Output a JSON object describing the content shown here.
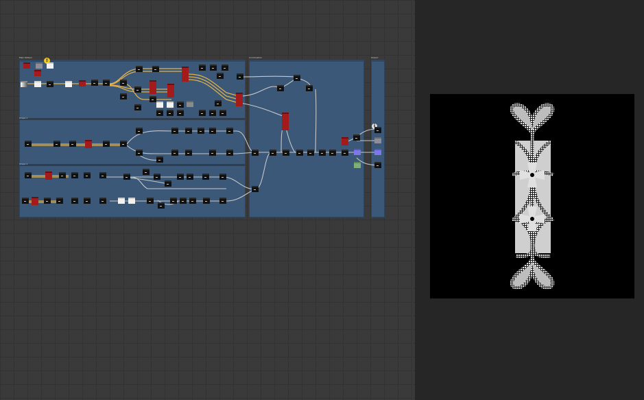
{
  "graph": {
    "frames": [
      {
        "id": "frame-main",
        "title": "Main Pattern"
      },
      {
        "id": "frame-combination",
        "title": "Combination"
      },
      {
        "id": "frame-output",
        "title": "Output"
      },
      {
        "id": "frame-shape-1",
        "title": "Shape 1"
      },
      {
        "id": "frame-shape-2",
        "title": "Shape 2"
      }
    ],
    "warning_icon_glyph": "!",
    "info_icon_glyph": "i",
    "colors": {
      "canvas_bg": "#3a3a3a",
      "frame_bg": "#3b5878",
      "wire_color": "#c8c8c8",
      "wire_highlight": "#e9b54a",
      "node_red": "#a31b1b",
      "node_dark": "#111111",
      "node_purple": "#7c78e8",
      "node_green": "#7fae7a"
    }
  },
  "preview": {
    "description_icon": "heart-cross-ornament-pattern",
    "colors": {
      "background": "#000000",
      "pattern": "#d8d8d8"
    }
  }
}
